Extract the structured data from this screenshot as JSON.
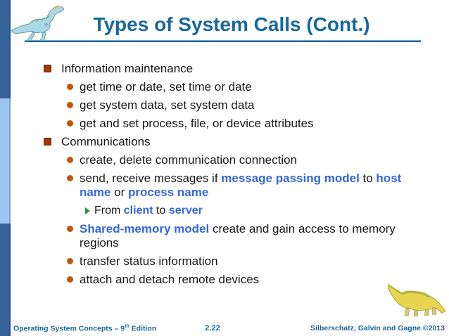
{
  "slide": {
    "title": "Types of System Calls (Cont.)",
    "bullets": [
      {
        "level": 1,
        "segments": [
          {
            "t": "Information maintenance",
            "s": "n"
          }
        ]
      },
      {
        "level": 2,
        "segments": [
          {
            "t": "get time or date, set time or date",
            "s": "n"
          }
        ]
      },
      {
        "level": 2,
        "segments": [
          {
            "t": "get system data, set system data",
            "s": "n"
          }
        ]
      },
      {
        "level": 2,
        "segments": [
          {
            "t": "get and set process, file, or device attributes",
            "s": "n"
          }
        ]
      },
      {
        "level": 1,
        "segments": [
          {
            "t": "Communications",
            "s": "n"
          }
        ]
      },
      {
        "level": 2,
        "segments": [
          {
            "t": "create, delete communication connection",
            "s": "n"
          }
        ]
      },
      {
        "level": 2,
        "segments": [
          {
            "t": "send, receive messages if ",
            "s": "n"
          },
          {
            "t": "message passing model",
            "s": "b"
          },
          {
            "t": " to ",
            "s": "n"
          },
          {
            "t": "host name",
            "s": "b"
          },
          {
            "t": " or ",
            "s": "n"
          },
          {
            "t": "process name",
            "s": "b"
          }
        ]
      },
      {
        "level": 3,
        "segments": [
          {
            "t": "From ",
            "s": "n"
          },
          {
            "t": "client",
            "s": "b"
          },
          {
            "t": " to ",
            "s": "n"
          },
          {
            "t": "server",
            "s": "b"
          }
        ]
      },
      {
        "level": 2,
        "segments": [
          {
            "t": "Shared-memory model",
            "s": "b"
          },
          {
            "t": " create and gain access to memory regions",
            "s": "n"
          }
        ]
      },
      {
        "level": 2,
        "segments": [
          {
            "t": "transfer status information",
            "s": "n"
          }
        ]
      },
      {
        "level": 2,
        "segments": [
          {
            "t": "attach and detach remote devices",
            "s": "n"
          }
        ]
      }
    ],
    "footer": {
      "left_prefix": "Operating System Concepts – 9",
      "left_sup": "th",
      "left_suffix": " Edition",
      "page": "2.22",
      "right": "Silberschatz, Galvin and Gagne ©2013"
    },
    "icons": {
      "top_left": "dinosaur-icon",
      "bottom_right": "dinosaur-icon",
      "bullet_level1": "square-bullet-icon",
      "bullet_level2": "circle-bullet-icon",
      "bullet_level3": "arrow-bullet-icon"
    },
    "colors": {
      "title_blue": "#17689C",
      "accent_blue": "#3366E0",
      "bullet_l1": "#A0380C",
      "bullet_l2": "#C05508",
      "bullet_l3": "#2F9140",
      "sidebar_dark": "#36639B",
      "sidebar_light": "#9CC6F2"
    }
  }
}
